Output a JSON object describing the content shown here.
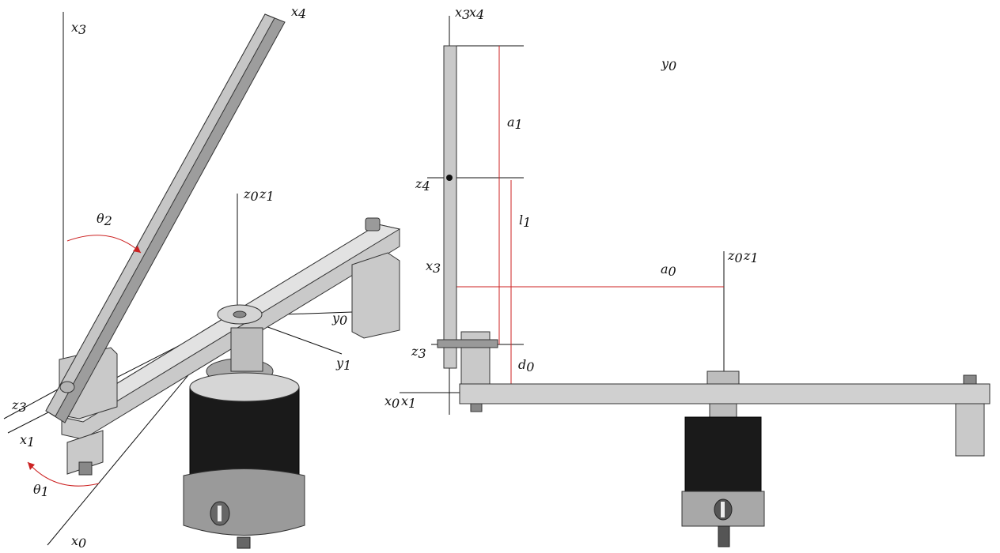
{
  "labels": {
    "left_x3": {
      "b": "x",
      "s": "3"
    },
    "left_x4": {
      "b": "x",
      "s": "4"
    },
    "left_z0": {
      "b": "z",
      "s": "0"
    },
    "left_z1": {
      "b": "z",
      "s": "1"
    },
    "left_theta2": {
      "b": "θ",
      "s": "2"
    },
    "left_y0": {
      "b": "y",
      "s": "0"
    },
    "left_y1": {
      "b": "y",
      "s": "1"
    },
    "left_z3": {
      "b": "z",
      "s": "3"
    },
    "left_x1": {
      "b": "x",
      "s": "1"
    },
    "left_theta1": {
      "b": "θ",
      "s": "1"
    },
    "left_x0": {
      "b": "x",
      "s": "0"
    },
    "right_x3_top": {
      "b": "x",
      "s": "3"
    },
    "right_x4_top": {
      "b": "x",
      "s": "4"
    },
    "right_y0": {
      "b": "y",
      "s": "0"
    },
    "right_a1": {
      "b": "a",
      "s": "1"
    },
    "right_z4": {
      "b": "z",
      "s": "4"
    },
    "right_l1": {
      "b": "l",
      "s": "1"
    },
    "right_z0": {
      "b": "z",
      "s": "0"
    },
    "right_z1": {
      "b": "z",
      "s": "1"
    },
    "right_x3": {
      "b": "x",
      "s": "3"
    },
    "right_a0": {
      "b": "a",
      "s": "0"
    },
    "right_z3": {
      "b": "z",
      "s": "3"
    },
    "right_d0": {
      "b": "d",
      "s": "0"
    },
    "right_x0": {
      "b": "x",
      "s": "0"
    },
    "right_x1": {
      "b": "x",
      "s": "1"
    }
  },
  "colors": {
    "annotation": "#cc2222",
    "motor_body": "#1a1a1a",
    "metal": "#c9c9c9",
    "lines": "#111111"
  }
}
